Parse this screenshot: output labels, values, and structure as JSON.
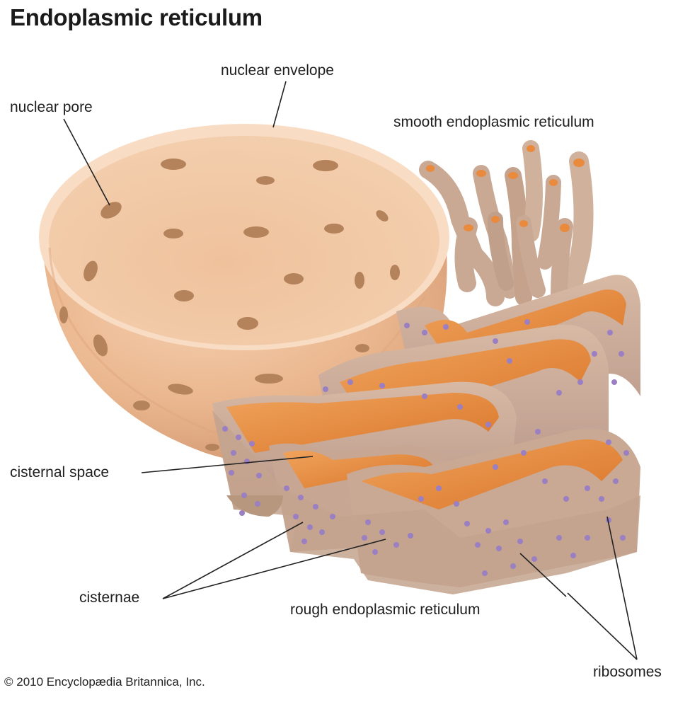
{
  "title": "Endoplasmic reticulum",
  "labels": {
    "nuclear_envelope": "nuclear envelope",
    "nuclear_pore": "nuclear pore",
    "smooth_er": "smooth endoplasmic reticulum",
    "cisternal_space": "cisternal space",
    "cisternae": "cisternae",
    "rough_er": "rough endoplasmic reticulum",
    "ribosomes": "ribosomes"
  },
  "credit": "© 2010 Encyclopædia Britannica, Inc.",
  "colors": {
    "envelope_outer": "#e9b58d",
    "envelope_inner": "#f2c8a4",
    "envelope_rim": "#f9dcc4",
    "membrane": "#c9a994",
    "membrane_dark": "#b08f7b",
    "lumen": "#e98a3c",
    "ribosome": "#9a7fc2",
    "leader_line": "#222222"
  }
}
